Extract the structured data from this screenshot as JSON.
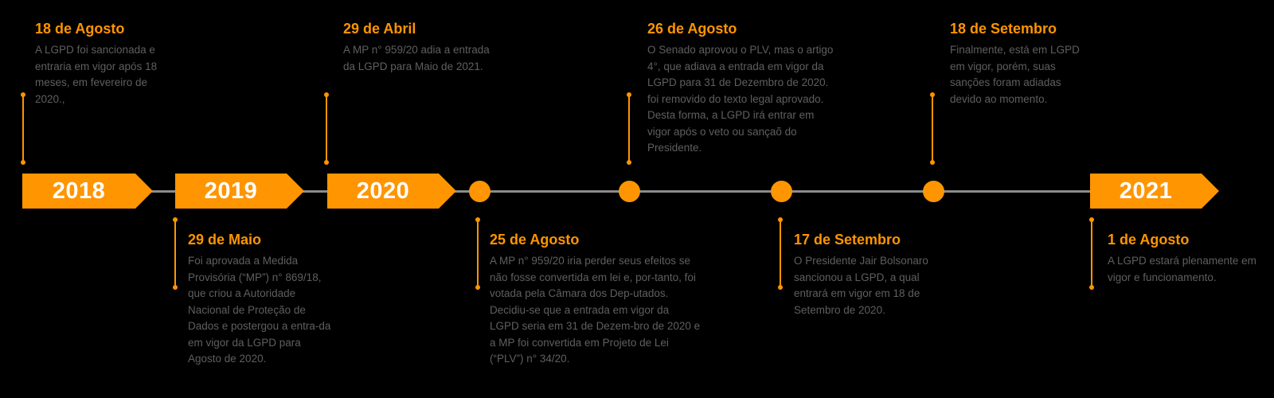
{
  "colors": {
    "background": "#000000",
    "accent": "#ff9500",
    "axis": "#8c8c8c",
    "body_text": "#5f5f5f",
    "year_text": "#ffffff"
  },
  "timeline": {
    "years": [
      {
        "label": "2018"
      },
      {
        "label": "2019"
      },
      {
        "label": "2020"
      },
      {
        "label": "2021"
      }
    ],
    "events": [
      {
        "position": "top",
        "title": "18 de Agosto",
        "body": "A LGPD foi sancionada e entraria em vigor após 18 meses, em fevereiro de 2020.,"
      },
      {
        "position": "bottom",
        "title": "29 de Maio",
        "body": "Foi aprovada a Medida Provisória (“MP”) n° 869/18, que criou a Autoridade Nacional de Proteção de Dados e postergou a entra-da em vigor da LGPD para Agosto de 2020."
      },
      {
        "position": "top",
        "title": "29 de Abril",
        "body": "A MP n° 959/20 adia a entrada da LGPD para Maio de 2021."
      },
      {
        "position": "bottom",
        "title": "25 de Agosto",
        "body": "A MP n° 959/20 iria perder seus efeitos se não fosse convertida em lei e, por-tanto, foi votada pela Câmara dos Dep-utados. Decidiu-se que a entrada em vigor da LGPD seria em 31 de Dezem-bro de 2020 e a MP foi convertida em Projeto de Lei (“PLV”) n° 34/20."
      },
      {
        "position": "top",
        "title": "26 de Agosto",
        "body": "O Senado aprovou o PLV, mas o artigo 4°, que adiava a entrada em vigor da LGPD para 31 de Dezembro de 2020. foi removido do texto legal aprovado. Desta forma, a LGPD irá entrar em vigor após o veto ou sançaõ do Presidente."
      },
      {
        "position": "bottom",
        "title": "17 de Setembro",
        "body": "O Presidente Jair Bolsonaro sancionou a LGPD, a qual entrará em vigor em 18 de Setembro de 2020."
      },
      {
        "position": "top",
        "title": "18 de Setembro",
        "body": "Finalmente, está em LGPD em vigor, porém, suas sanções foram adiadas devido ao momento."
      },
      {
        "position": "bottom",
        "title": "1 de Agosto",
        "body": "A LGPD estará plenamente em vigor e funcionamento."
      }
    ]
  }
}
